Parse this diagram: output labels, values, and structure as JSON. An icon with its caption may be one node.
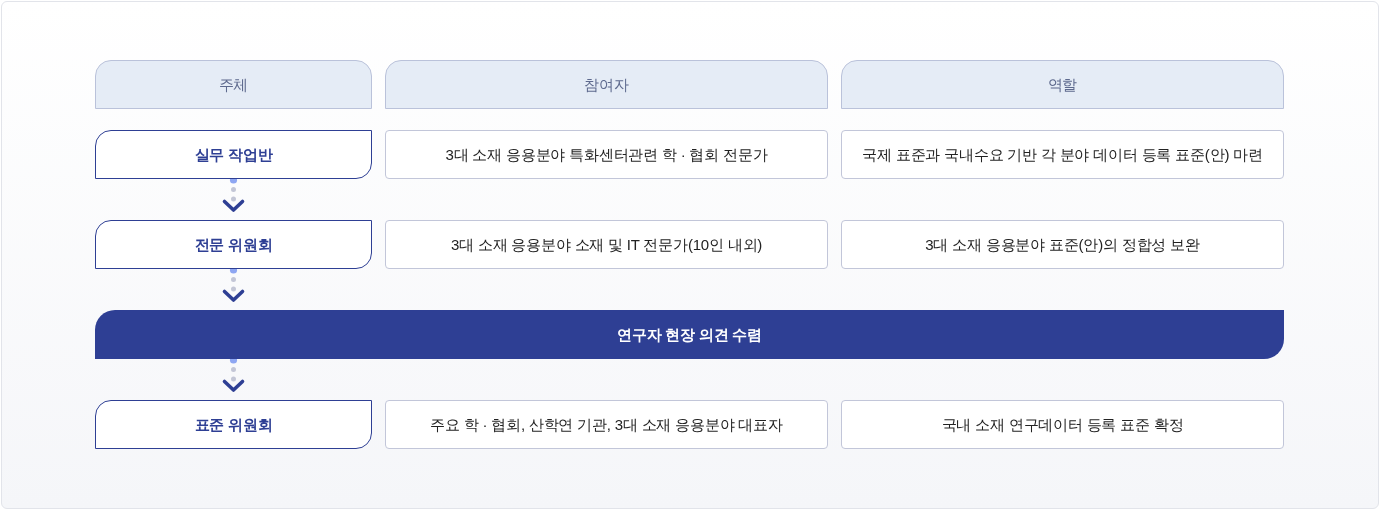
{
  "diagram": {
    "nodes": [
      {
        "text": [
          "주체"
        ]
      },
      {
        "text": [
          "참여자"
        ]
      },
      {
        "text": [
          "역할"
        ]
      },
      {
        "text": [
          "실무 작업반"
        ]
      },
      {
        "text": [
          "3대 소재 응용분야 특화센터관련 학 · 협회 전문가"
        ]
      },
      {
        "text": [
          "국제 표준과 국내수요 기반 각 분야 데이터 등록 표준(안) 마련"
        ]
      },
      {
        "text": [
          "전문 위원회"
        ]
      },
      {
        "text": [
          "3대 소재 응용분야 소재 및 IT 전문가(10인 내외)"
        ]
      },
      {
        "text": [
          "3대 소재 응용분야 표준(안)의 정합성 보완"
        ]
      },
      {
        "text": [
          "연구자 현장 의견 수렴"
        ]
      },
      {
        "text": [
          "표준 위원회"
        ]
      },
      {
        "text": [
          "주요 학 · 협회, 산학연 기관, 3대 소재 응용분야 대표자"
        ]
      },
      {
        "text": [
          "국내 소재 연구데이터 등록 표준 확정"
        ]
      }
    ],
    "edges": [
      {
        "from": 3,
        "to": 6,
        "arrow": "to",
        "style": "dashed"
      },
      {
        "from": 6,
        "to": 9,
        "arrow": "to",
        "style": "dashed"
      },
      {
        "from": 9,
        "to": 10,
        "arrow": "to",
        "style": "dashed"
      }
    ]
  }
}
